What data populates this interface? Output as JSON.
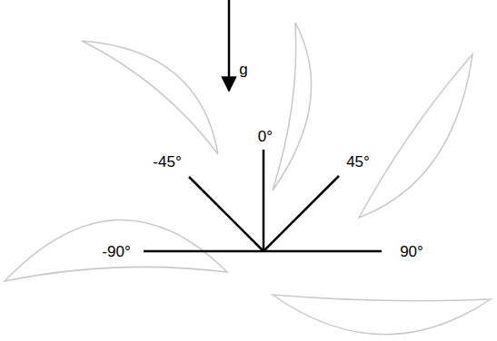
{
  "diagram": {
    "labels": [
      "g",
      "-45°",
      "0°",
      "45°",
      "-90°",
      "90°"
    ]
  }
}
